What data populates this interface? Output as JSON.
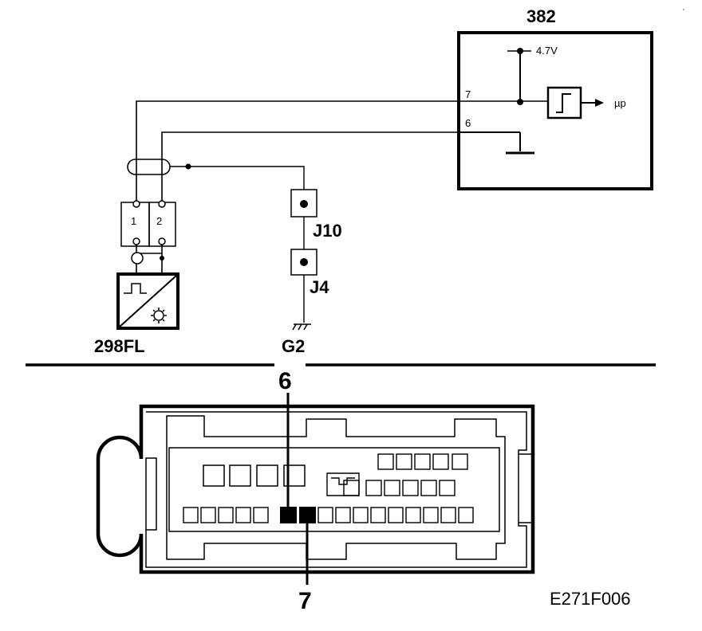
{
  "ecu": {
    "id": "382",
    "pin_upper": "7",
    "pin_lower": "6",
    "supply": "4.7V",
    "output": "µp"
  },
  "sensor": {
    "id": "298FL",
    "pin_left": "1",
    "pin_right": "2"
  },
  "junctions": {
    "j10": "J10",
    "j4": "J4"
  },
  "ground": "G2",
  "connector": {
    "pin_top": "6",
    "pin_bottom": "7"
  },
  "figure_code": "E271F006"
}
